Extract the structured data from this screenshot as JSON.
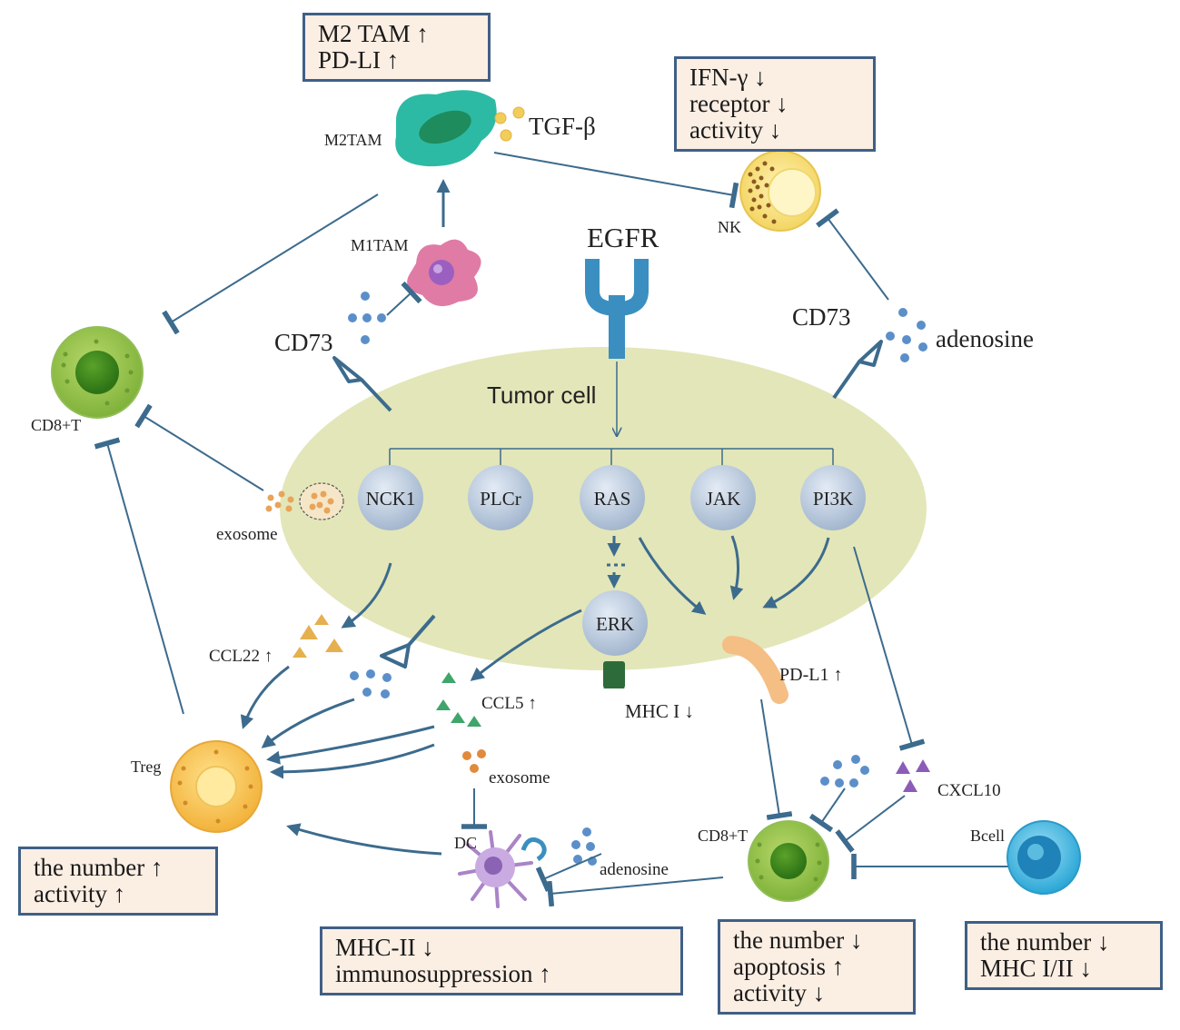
{
  "boxes": {
    "m2tam": [
      "M2 TAM ↑",
      "PD-LI ↑"
    ],
    "nk": [
      "IFN-γ ↓",
      "receptor ↓",
      "activity ↓"
    ],
    "treg": [
      "the number ↑",
      "activity ↑"
    ],
    "dc": [
      "MHC-II ↓",
      "immunosuppression ↑"
    ],
    "cd8": [
      "the number ↓",
      "apoptosis ↑",
      "activity ↓"
    ],
    "bcell": [
      "the number ↓",
      "MHC I/II ↓"
    ]
  },
  "labels": {
    "tumor_cell": "Tumor cell",
    "egfr": "EGFR",
    "m2tam": "M2TAM",
    "m1tam": "M1TAM",
    "tgf": "TGF-β",
    "nk": "NK",
    "cd73_left": "CD73",
    "cd73_right": "CD73",
    "adenosine_top": "adenosine",
    "cd8t_left": "CD8+T",
    "exosome_left": "exosome",
    "ccl22": "CCL22 ↑",
    "ccl5": "CCL5 ↑",
    "mhc1": "MHC I ↓",
    "pdl1": "PD-L1 ↑",
    "treg": "Treg",
    "exosome_bottom": "exosome",
    "dc": "DC",
    "adenosine_bottom": "adenosine",
    "cd8t_bottom": "CD8+T",
    "cxcl10": "CXCL10",
    "bcell": "Bcell"
  },
  "nodes": [
    "NCK1",
    "PLCr",
    "RAS",
    "JAK",
    "PI3K",
    "ERK"
  ],
  "colors": {
    "tumor": "#e3e6b8",
    "node": "#b9c8dc",
    "arrow": "#3c6b8d",
    "box_border": "#3f5f86",
    "box_fill": "#fbeee3"
  }
}
